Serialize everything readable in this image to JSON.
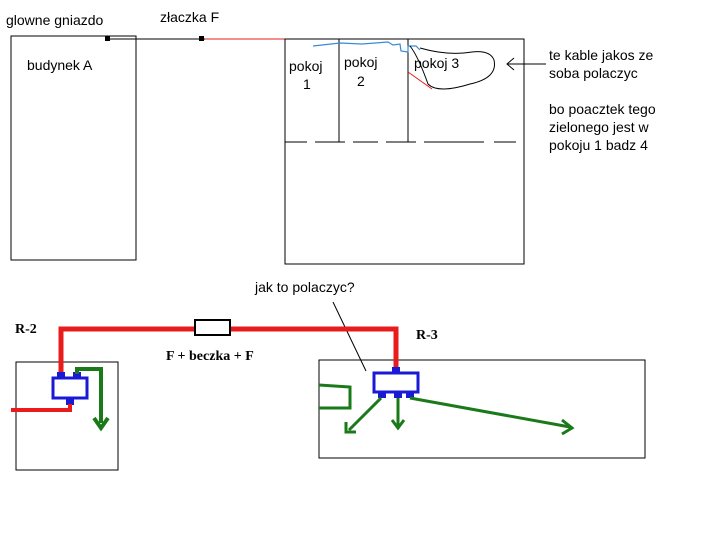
{
  "labels": {
    "main_socket": "glowne gniazdo",
    "connector_f": "złaczka F",
    "building_a": "budynek A",
    "room1_line1": "pokoj",
    "room1_line2": "1",
    "room2_line1": "pokoj",
    "room2_line2": "2",
    "room3": "pokoj 3",
    "note1_line1": "te kable jakos ze",
    "note1_line2": "soba polaczyc",
    "note2_line1": "bo poacztek tego",
    "note2_line2": "zielonego jest w",
    "note2_line3": "pokoju 1 badz 4",
    "question": "jak to polaczyc?",
    "r2": "R-2",
    "r3": "R-3",
    "coupler": "F + beczka + F"
  },
  "colors": {
    "black": "#000000",
    "red": "#e81c1c",
    "green": "#1a7a1a",
    "blue": "#1a1ad6",
    "light_blue": "#3a8ad6"
  }
}
